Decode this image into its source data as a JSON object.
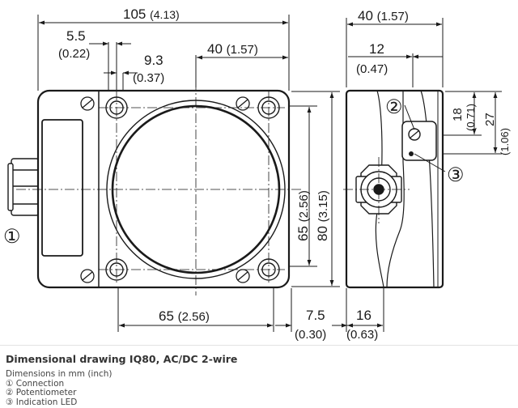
{
  "dims": {
    "width_total": "105",
    "width_total_in": "(4.13)",
    "hole_spacing": "5.5",
    "hole_spacing_in": "(0.22)",
    "hole_offset": "9.3",
    "hole_offset_in": "(0.37)",
    "center_x": "40",
    "center_x_in": "(1.57)",
    "side_width": "40",
    "side_width_in": "(1.57)",
    "side_offset": "12",
    "side_offset_in": "(0.47)",
    "height_mount": "65",
    "height_mount_in": "(2.56)",
    "height_total": "80",
    "height_total_in": "(3.15)",
    "bottom_mount": "65",
    "bottom_mount_in": "(2.56)",
    "bottom_offset": "7.5",
    "bottom_offset_in": "(0.30)",
    "side_depth": "16",
    "side_depth_in": "(0.63)",
    "pot_height": "18",
    "pot_height_in": "(0.71)",
    "led_height": "27",
    "led_height_in": "(1.06)"
  },
  "callouts": {
    "connection": "①",
    "potentiometer": "②",
    "led": "③"
  },
  "caption": {
    "title": "Dimensional drawing IQ80, AC/DC 2-wire",
    "units": "Dimensions in mm (inch)",
    "item1": "① Connection",
    "item2": "② Potentiometer",
    "item3": "③ Indication LED"
  }
}
